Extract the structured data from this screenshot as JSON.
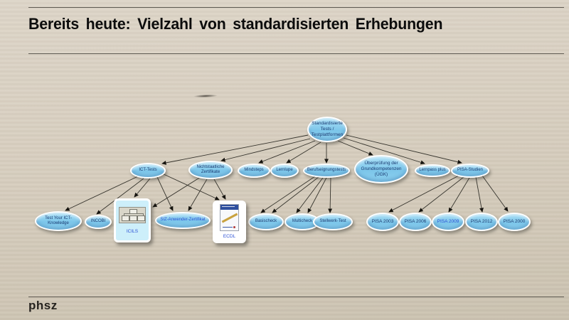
{
  "slide": {
    "title": "Bereits heute: Vielzahl von standardisierten Erhebungen",
    "footer_logo": "phsz"
  },
  "colors": {
    "background": "#d6cdbd",
    "node_fill": "#82cbec",
    "node_border": "#ffffff",
    "node_text": "#1b3a70",
    "link_text": "#2b50d4",
    "connector": "#35332c"
  },
  "diagram": {
    "nodes": {
      "root": "Standardisierte Tests / Testplattformen",
      "ict_tests": "ICT-Tests",
      "nichtstaatliche_zertifikate": "Nichtstaatliche Zertifikate",
      "mindsteps": "Mindsteps",
      "lernlupe": "Lernlupe",
      "berufseignungstests": "Berufseignungstests",
      "uegk": "Überprüfung der Grundkompetenzen (ÜGK)",
      "lernpass_plus": "Lernpass plus",
      "pisa_studien": "PISA-Studien",
      "test_your_ict_knowledge": "Test Your ICT-Knowledge",
      "incobi": "INCOBI",
      "icils": "ICILS",
      "siz_anwender_zertifikat": "SIZ-Anwender-Zertifikat",
      "ecdl": "ECDL",
      "basischeck": "Basischeck",
      "multicheck": "Multicheck",
      "stellwerk_test": "Stellwerk-Test",
      "pisa_2003": "PISA 2003",
      "pisa_2006": "PISA 2006",
      "pisa_2009": "PISA 2009",
      "pisa_2012": "PISA 2012",
      "pisa_2000": "PISA 2000"
    },
    "edges": [
      [
        "root",
        "ict_tests"
      ],
      [
        "root",
        "nichtstaatliche_zertifikate"
      ],
      [
        "root",
        "mindsteps"
      ],
      [
        "root",
        "lernlupe"
      ],
      [
        "root",
        "berufseignungstests"
      ],
      [
        "root",
        "uegk"
      ],
      [
        "root",
        "lernpass_plus"
      ],
      [
        "root",
        "pisa_studien"
      ],
      [
        "ict_tests",
        "test_your_ict_knowledge"
      ],
      [
        "ict_tests",
        "incobi"
      ],
      [
        "ict_tests",
        "icils"
      ],
      [
        "ict_tests",
        "siz_anwender_zertifikat"
      ],
      [
        "ict_tests",
        "ecdl"
      ],
      [
        "nichtstaatliche_zertifikate",
        "icils"
      ],
      [
        "nichtstaatliche_zertifikate",
        "siz_anwender_zertifikat"
      ],
      [
        "nichtstaatliche_zertifikate",
        "ecdl"
      ],
      [
        "berufseignungstests",
        "basischeck"
      ],
      [
        "berufseignungstests",
        "multicheck"
      ],
      [
        "berufseignungstests",
        "stellwerk_test"
      ],
      [
        "pisa_studien",
        "pisa_2003"
      ],
      [
        "pisa_studien",
        "pisa_2006"
      ],
      [
        "pisa_studien",
        "pisa_2009"
      ],
      [
        "pisa_studien",
        "pisa_2012"
      ],
      [
        "pisa_studien",
        "pisa_2000"
      ]
    ]
  }
}
